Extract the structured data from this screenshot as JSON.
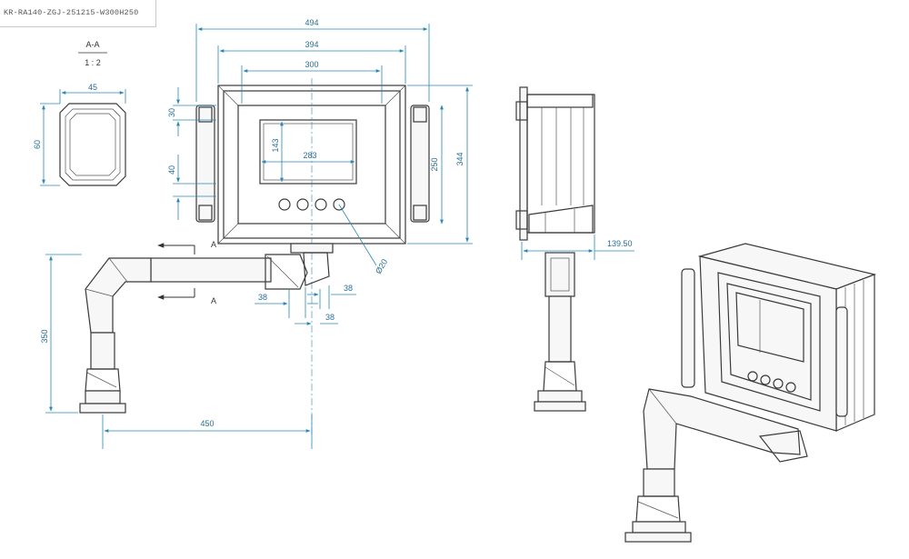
{
  "drawing": {
    "part_number": "KR-RA140-ZGJ-251215-W300H250",
    "section": {
      "name": "A-A",
      "scale": "1 : 2"
    },
    "section_marker": "A",
    "dimensions": {
      "overall_width": "494",
      "frame_width": "394",
      "window_width": "300",
      "window_inner_width": "283",
      "frame_height": "250",
      "overall_height": "344",
      "top_margin": "30",
      "window_height": "143",
      "button_offset": "40",
      "profile_width": "45",
      "profile_height": "60",
      "button_diameter": "Ø20",
      "spacing_a": "38",
      "spacing_b": "38",
      "spacing_c": "38",
      "stand_height": "350",
      "stand_reach": "450",
      "side_depth": "139.50"
    }
  },
  "colors": {
    "dimension": "#2a86b8",
    "outline": "#3a3a3a",
    "background": "#ffffff"
  }
}
